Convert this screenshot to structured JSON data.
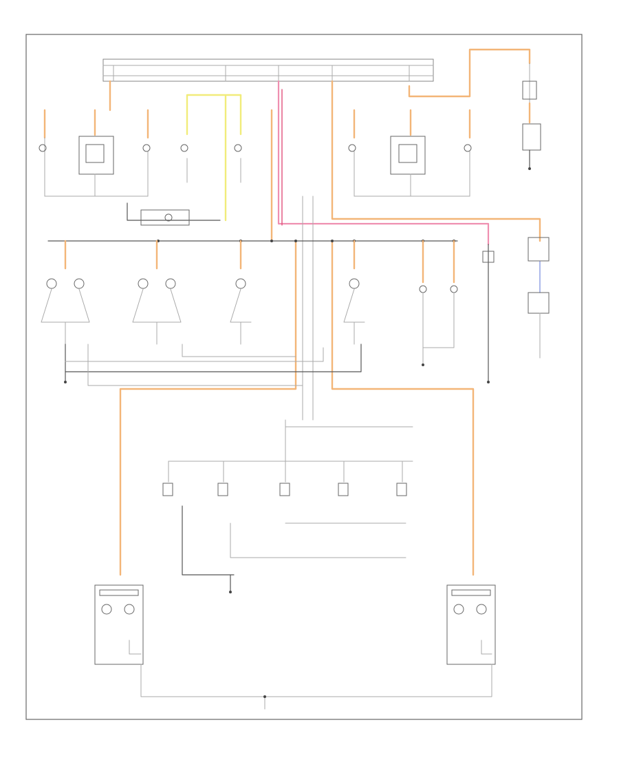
{
  "diagram": {
    "footer_label": "",
    "colors": {
      "frame": "#666666",
      "ground_wire": "#555555",
      "orange_wire": "#f3b577",
      "pink_wire": "#ef8fb0",
      "red_wire": "#e0507a",
      "yellow_wire": "#f1ec7a",
      "blue_wire": "#98a6e6"
    },
    "components": [
      {
        "id": "left-turn-lamp",
        "icon": "bulb-icon"
      },
      {
        "id": "left-turn-flasher",
        "icon": "relay-icon"
      },
      {
        "id": "left-marker-lamp",
        "icon": "bulb-icon"
      },
      {
        "id": "left-front-lamp",
        "icon": "bulb-icon"
      },
      {
        "id": "fog-lamp-switch",
        "icon": "switch-icon"
      },
      {
        "id": "right-turn-lamp",
        "icon": "bulb-icon"
      },
      {
        "id": "right-turn-flasher",
        "icon": "relay-icon"
      },
      {
        "id": "right-marker-lamp",
        "icon": "bulb-icon"
      },
      {
        "id": "license-lamp",
        "icon": "bulb-icon"
      },
      {
        "id": "rear-lamp-1",
        "icon": "bulb-icon"
      },
      {
        "id": "rear-lamp-2",
        "icon": "bulb-icon"
      },
      {
        "id": "rear-lamp-3",
        "icon": "bulb-icon"
      },
      {
        "id": "rear-lamp-4",
        "icon": "bulb-icon"
      },
      {
        "id": "stop-lamp-pair",
        "icon": "bulb-icon"
      },
      {
        "id": "relay-right",
        "icon": "relay-icon"
      },
      {
        "id": "dimmer-switch",
        "icon": "switch-icon"
      },
      {
        "id": "door-switch-1",
        "icon": "switch-icon"
      },
      {
        "id": "door-switch-2",
        "icon": "switch-icon"
      },
      {
        "id": "door-switch-3",
        "icon": "switch-icon"
      },
      {
        "id": "door-switch-4",
        "icon": "switch-icon"
      },
      {
        "id": "door-switch-5",
        "icon": "switch-icon"
      },
      {
        "id": "left-courtesy-lamp",
        "icon": "bulb-icon"
      },
      {
        "id": "right-courtesy-lamp",
        "icon": "bulb-icon"
      }
    ]
  }
}
